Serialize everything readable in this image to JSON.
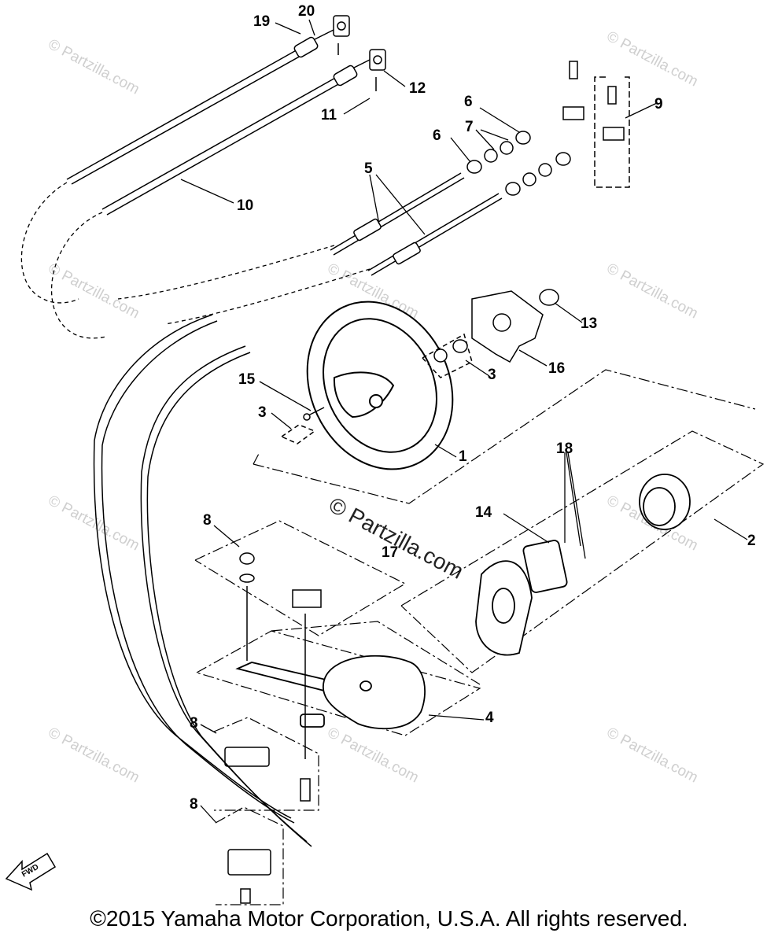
{
  "callouts": {
    "c1": "1",
    "c2": "2",
    "c3a": "3",
    "c3b": "3",
    "c4": "4",
    "c5": "5",
    "c6a": "6",
    "c6b": "6",
    "c7": "7",
    "c8a": "8",
    "c8b": "8",
    "c8c": "8",
    "c9": "9",
    "c10": "10",
    "c11": "11",
    "c12": "12",
    "c13": "13",
    "c14": "14",
    "c15": "15",
    "c16": "16",
    "c17": "17",
    "c18": "18",
    "c19": "19",
    "c20": "20"
  },
  "watermark": {
    "small": "© Partzilla.com",
    "large": "© Partzilla.com"
  },
  "fwd_label": "FWD",
  "copyright": "©2015 Yamaha Motor Corporation, U.S.A. All rights reserved."
}
